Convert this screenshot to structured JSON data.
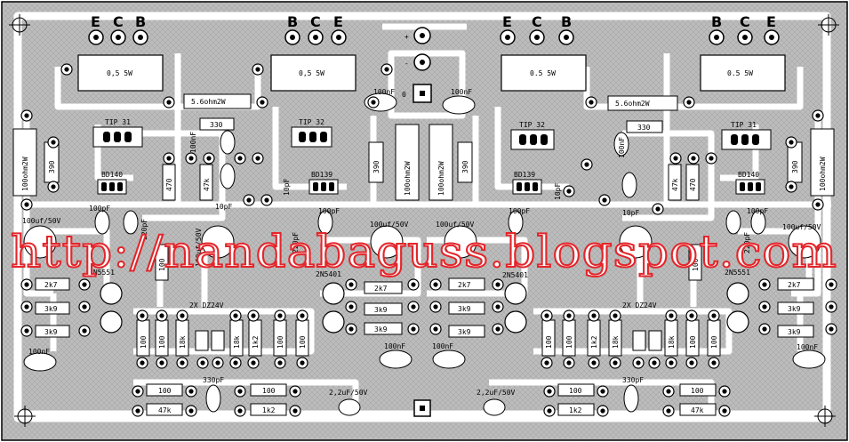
{
  "watermark": "http://nandabaguss.blogspot.com",
  "terminals": {
    "plus": "+",
    "minus": "-",
    "zero": "0"
  },
  "pins": {
    "q1": [
      "E",
      "C",
      "B"
    ],
    "q2": [
      "B",
      "C",
      "E"
    ],
    "q3": [
      "E",
      "C",
      "B"
    ],
    "q4": [
      "B",
      "C",
      "E"
    ]
  },
  "left": {
    "r05a": "0,5 5W",
    "r05b": "0,5 5W",
    "r56": "5.6ohm2W",
    "r330": "330",
    "tip31": "TIP 31",
    "tip32": "TIP 32",
    "r100ohm": "100ohm2W",
    "r390": "390",
    "bd140": "BD140",
    "bd139": "BD139",
    "c100nf_v": "100nF",
    "r470": "470",
    "r47k": "47k",
    "c10pf_a": "10pF",
    "c10pf_b": "10pF",
    "c100pf_a": "100pF",
    "c220pf_a": "220pF",
    "c100uf_a": "100uf/50V",
    "c100pf_b": "100pF",
    "c220pf_b": "220pF",
    "r390b": "390",
    "r100ohm_b": "100ohm2W",
    "c100uf_b": "100uf/50V",
    "c100uf_c": "100uf/50V",
    "c100nf_top": "100nF",
    "q2n5551": "2N5551",
    "q2n5401": "2N5401",
    "r100_v": "100",
    "r2k7a": "2k7",
    "r3k9a": "3k9",
    "r3k9b": "3k9",
    "r2k7b": "2k7",
    "r3k9c": "3k9",
    "r3k9d": "3k9",
    "dz": "2X DZ24V",
    "r100a": "100",
    "r100b": "100",
    "r18k": "18k",
    "r18k_b": "18k",
    "r1k2": "1k2",
    "r100c": "100",
    "r100d": "100",
    "c100nf_a": "100nF",
    "c100nf_b": "100nF",
    "c330pf": "330pF",
    "r100e": "100",
    "r47k_b": "47k",
    "r100f": "100",
    "r1k2b": "1k2",
    "c22uf": "2,2uF/50V"
  },
  "right": {
    "r05a": "0.5 5W",
    "r05b": "0.5 5W",
    "r56": "5.6ohm2W",
    "r330": "330",
    "tip32": "TIP 32",
    "tip31": "TIP 31",
    "r100ohm": "100ohm2W",
    "r390": "390",
    "bd139": "BD139",
    "bd140": "BD140",
    "c100nf_top": "100nF",
    "c100nf_v": "100nF",
    "r47k": "47k",
    "r470": "470",
    "c10pf_a": "10pF",
    "c10pf_b": "10pF",
    "c100pf_a": "100pF",
    "c100pf_b": "100pF",
    "c220pf": "220pF",
    "r390b": "390",
    "r100ohm_b": "100ohm2W",
    "c100uf_a": "100uf/50V",
    "c100uf_b": "100uf/50V",
    "q2n5401": "2N5401",
    "q2n5551": "2N5551",
    "r2k7a": "2k7",
    "r3k9a": "3k9",
    "r3k9b": "3k9",
    "r2k7b": "2k7",
    "r3k9c": "3k9",
    "r3k9d": "3k9",
    "dz": "2X DZ24V",
    "r100a": "100",
    "r100b": "100",
    "r1k2": "1k2",
    "r18k": "18k",
    "r18k_b": "18k",
    "r100c": "100",
    "r100d": "100",
    "r100v": "100",
    "c100nf_a": "100nF",
    "c100nf_b": "100nF",
    "c330pf": "330pF",
    "r100e": "100",
    "r1k2b": "1k2",
    "r100f": "100",
    "r47k_b": "47k",
    "c22uf": "2,2uF/50V"
  }
}
